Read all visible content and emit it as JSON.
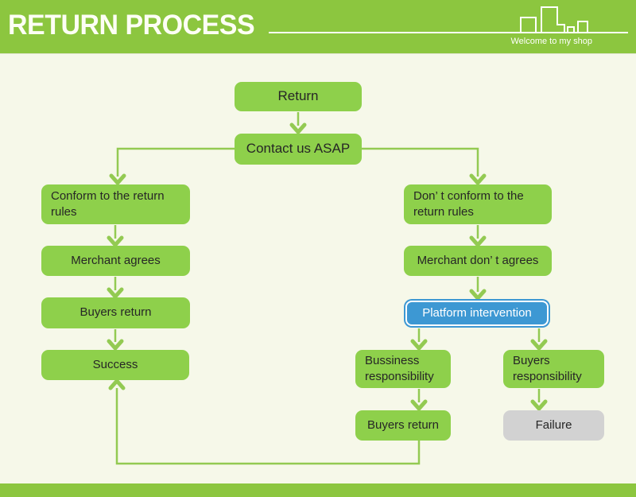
{
  "header": {
    "title": "RETURN PROCESS",
    "tagline": "Welcome to my shop",
    "icon": "city-skyline-icon"
  },
  "colors": {
    "header_green": "#8cc63f",
    "node_green": "#8ed04b",
    "line_green": "#93ca52",
    "background_cream": "#f6f8e9",
    "platform_blue": "#3d98d3",
    "failure_gray": "#d2d2d2",
    "node_text": "#262626",
    "header_text": "#ffffff"
  },
  "flowchart": {
    "nodes": {
      "return": {
        "label": "Return"
      },
      "contact": {
        "label": "Contact us ASAP"
      },
      "conform": {
        "label": "Conform to the return rules"
      },
      "merchant_agrees": {
        "label": "Merchant agrees"
      },
      "buyers_return_left": {
        "label": "Buyers return"
      },
      "success": {
        "label": "Success"
      },
      "dont_conform": {
        "label": "Don’ t conform to the return rules"
      },
      "merchant_dont_agrees": {
        "label": "Merchant don’ t agrees"
      },
      "platform_intervention": {
        "label": "Platform intervention"
      },
      "business_responsibility": {
        "label": "Bussiness responsibility"
      },
      "buyers_responsibility": {
        "label": "Buyers responsibility"
      },
      "buyers_return_right": {
        "label": "Buyers return"
      },
      "failure": {
        "label": "Failure"
      }
    }
  }
}
